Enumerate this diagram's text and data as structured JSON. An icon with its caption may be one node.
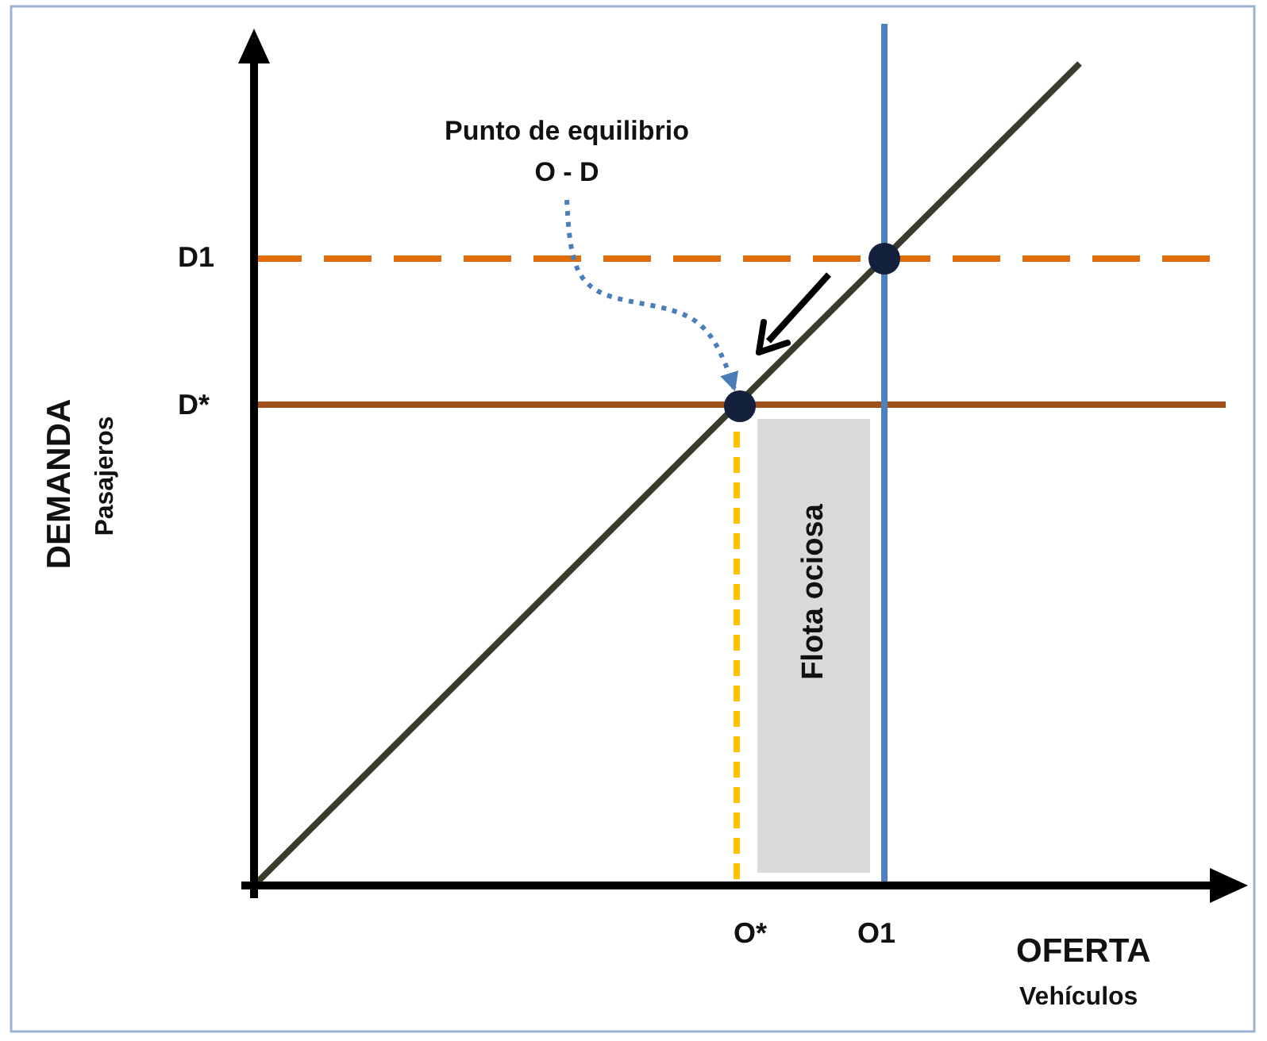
{
  "diagram": {
    "nodes": [
      {
        "text": [
          "Punto de equilibrio O - D"
        ]
      },
      {
        "text": [],
        "shape": "circle"
      },
      {
        "text": [],
        "shape": "circle"
      },
      {
        "text": [
          "Flota ociosa"
        ]
      }
    ],
    "edges": [
      {
        "from": 0,
        "to": 1,
        "arrow": "to",
        "style": "dashed",
        "color": "#4a7ebb"
      }
    ],
    "labels": [
      "D1",
      "D*",
      "DEMANDA",
      "Pasajeros",
      "O*",
      "O1",
      "OFERTA",
      "Vehículos"
    ]
  }
}
